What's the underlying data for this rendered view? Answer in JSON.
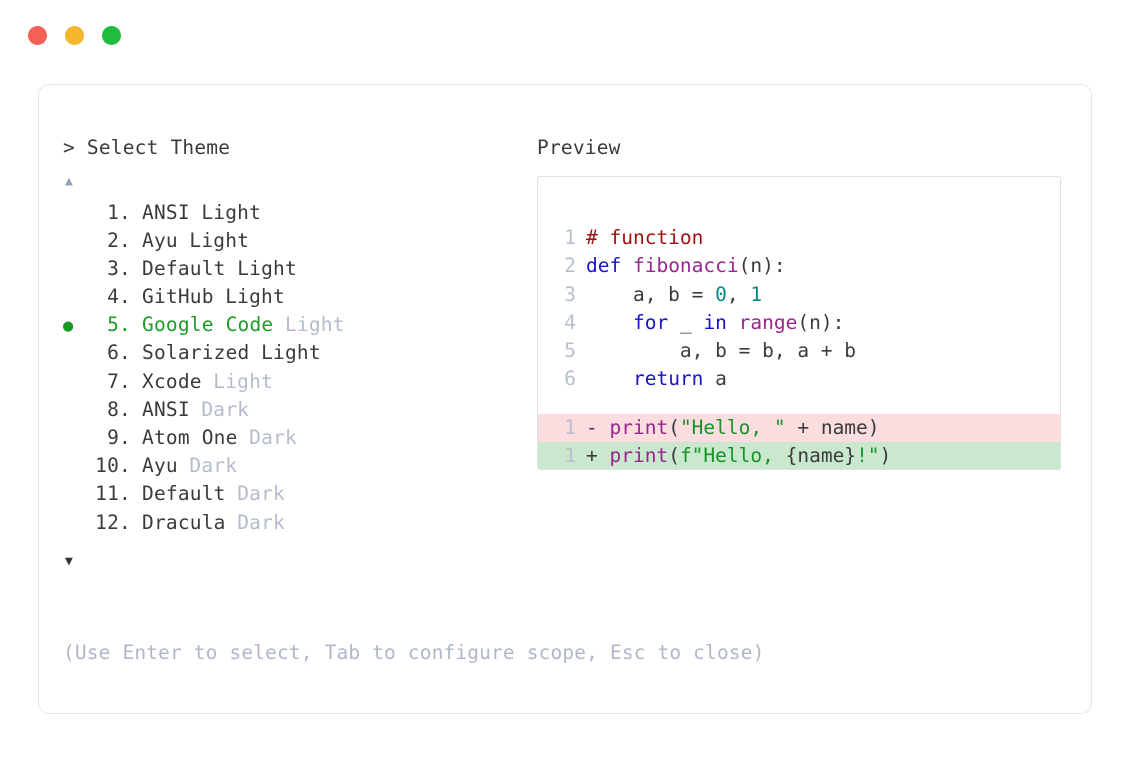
{
  "window": {
    "buttons": [
      {
        "name": "close",
        "color": "#f65f56",
        "glyph": "●"
      },
      {
        "name": "minimize",
        "color": "#f5b72c",
        "glyph": "●"
      },
      {
        "name": "maximize",
        "color": "#21bd3d",
        "glyph": "●"
      }
    ]
  },
  "prompt": {
    "marker": ">",
    "title": "Select Theme",
    "full": "> Select Theme"
  },
  "preview": {
    "title": "Preview"
  },
  "scroll": {
    "up_glyph": "▲",
    "down_glyph": "▼"
  },
  "selection": {
    "bullet": "●",
    "selected_index": 5,
    "accent_color": "#1c9c27"
  },
  "themes": [
    {
      "num": "1.",
      "name": "ANSI",
      "variant": "Light",
      "variant_muted": false,
      "selected": false
    },
    {
      "num": "2.",
      "name": "Ayu",
      "variant": "Light",
      "variant_muted": false,
      "selected": false
    },
    {
      "num": "3.",
      "name": "Default",
      "variant": "Light",
      "variant_muted": false,
      "selected": false
    },
    {
      "num": "4.",
      "name": "GitHub",
      "variant": "Light",
      "variant_muted": false,
      "selected": false
    },
    {
      "num": "5.",
      "name": "Google Code",
      "variant": "Light",
      "variant_muted": true,
      "selected": true
    },
    {
      "num": "6.",
      "name": "Solarized",
      "variant": "Light",
      "variant_muted": false,
      "selected": false
    },
    {
      "num": "7.",
      "name": "Xcode",
      "variant": "Light",
      "variant_muted": true,
      "selected": false
    },
    {
      "num": "8.",
      "name": "ANSI",
      "variant": "Dark",
      "variant_muted": true,
      "selected": false
    },
    {
      "num": "9.",
      "name": "Atom One",
      "variant": "Dark",
      "variant_muted": true,
      "selected": false
    },
    {
      "num": "10.",
      "name": "Ayu",
      "variant": "Dark",
      "variant_muted": true,
      "selected": false
    },
    {
      "num": "11.",
      "name": "Default",
      "variant": "Dark",
      "variant_muted": true,
      "selected": false
    },
    {
      "num": "12.",
      "name": "Dracula",
      "variant": "Dark",
      "variant_muted": true,
      "selected": false
    }
  ],
  "hint": {
    "text": "(Use Enter to select, Tab to configure scope, Esc to close)"
  },
  "code": {
    "lines": [
      {
        "ln": "1",
        "tokens": [
          {
            "t": "# function",
            "c": "t-comment"
          }
        ]
      },
      {
        "ln": "2",
        "tokens": [
          {
            "t": "def ",
            "c": "t-kw"
          },
          {
            "t": "fibonacci",
            "c": "t-fn"
          },
          {
            "t": "(n):",
            "c": "t-plain"
          }
        ]
      },
      {
        "ln": "3",
        "tokens": [
          {
            "t": "    a, b = ",
            "c": "t-plain"
          },
          {
            "t": "0",
            "c": "t-num"
          },
          {
            "t": ", ",
            "c": "t-plain"
          },
          {
            "t": "1",
            "c": "t-num"
          }
        ]
      },
      {
        "ln": "4",
        "tokens": [
          {
            "t": "    ",
            "c": "t-plain"
          },
          {
            "t": "for",
            "c": "t-kw"
          },
          {
            "t": " _ ",
            "c": "t-plain"
          },
          {
            "t": "in",
            "c": "t-kw"
          },
          {
            "t": " ",
            "c": "t-plain"
          },
          {
            "t": "range",
            "c": "t-fn"
          },
          {
            "t": "(n):",
            "c": "t-plain"
          }
        ]
      },
      {
        "ln": "5",
        "tokens": [
          {
            "t": "        a, b = b, a + b",
            "c": "t-plain"
          }
        ]
      },
      {
        "ln": "6",
        "tokens": [
          {
            "t": "    ",
            "c": "t-plain"
          },
          {
            "t": "return",
            "c": "t-kw"
          },
          {
            "t": " a",
            "c": "t-plain"
          }
        ]
      }
    ],
    "diff": [
      {
        "ln": "1",
        "sign": "- ",
        "kind": "del",
        "tokens": [
          {
            "t": "print",
            "c": "t-fn"
          },
          {
            "t": "(",
            "c": "t-plain"
          },
          {
            "t": "\"Hello, \"",
            "c": "t-str"
          },
          {
            "t": " + name)",
            "c": "t-plain"
          }
        ]
      },
      {
        "ln": "1",
        "sign": "+ ",
        "kind": "add",
        "tokens": [
          {
            "t": "print",
            "c": "t-fn"
          },
          {
            "t": "(",
            "c": "t-plain"
          },
          {
            "t": "f\"Hello, ",
            "c": "t-str"
          },
          {
            "t": "{name}",
            "c": "t-plain"
          },
          {
            "t": "!\"",
            "c": "t-str"
          },
          {
            "t": ")",
            "c": "t-plain"
          }
        ]
      }
    ]
  }
}
